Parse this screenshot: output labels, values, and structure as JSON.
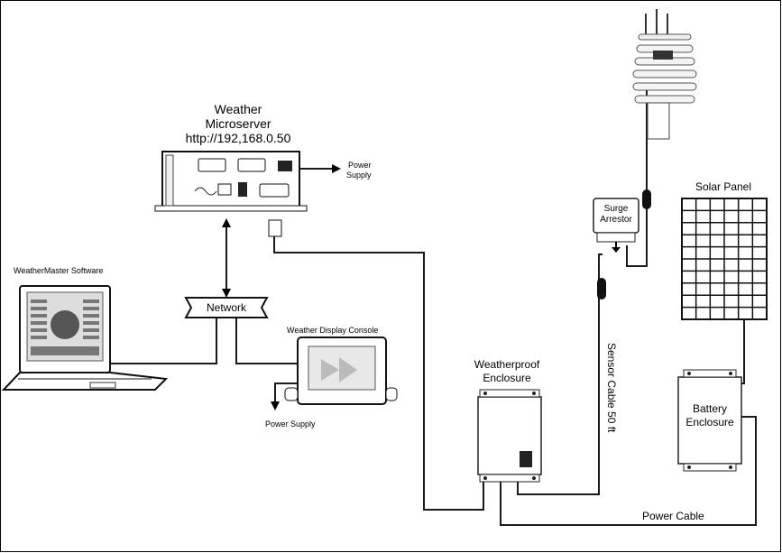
{
  "labels": {
    "microserver_title_1": "Weather",
    "microserver_title_2": "Microserver",
    "microserver_url": "http://192,168.0.50",
    "microserver_power_1": "Power",
    "microserver_power_2": "Supply",
    "network": "Network",
    "software": "WeatherMaster Software",
    "display_console": "Weather Display Console",
    "console_power": "Power Supply",
    "enclosure_1": "Weatherproof",
    "enclosure_2": "Enclosure",
    "surge_1": "Surge",
    "surge_2": "Arrestor",
    "sensor_cable": "Sensor Cable 50 ft",
    "solar_panel": "Solar Panel",
    "battery_1": "Battery",
    "battery_2": "Enclosure",
    "power_cable": "Power Cable"
  }
}
